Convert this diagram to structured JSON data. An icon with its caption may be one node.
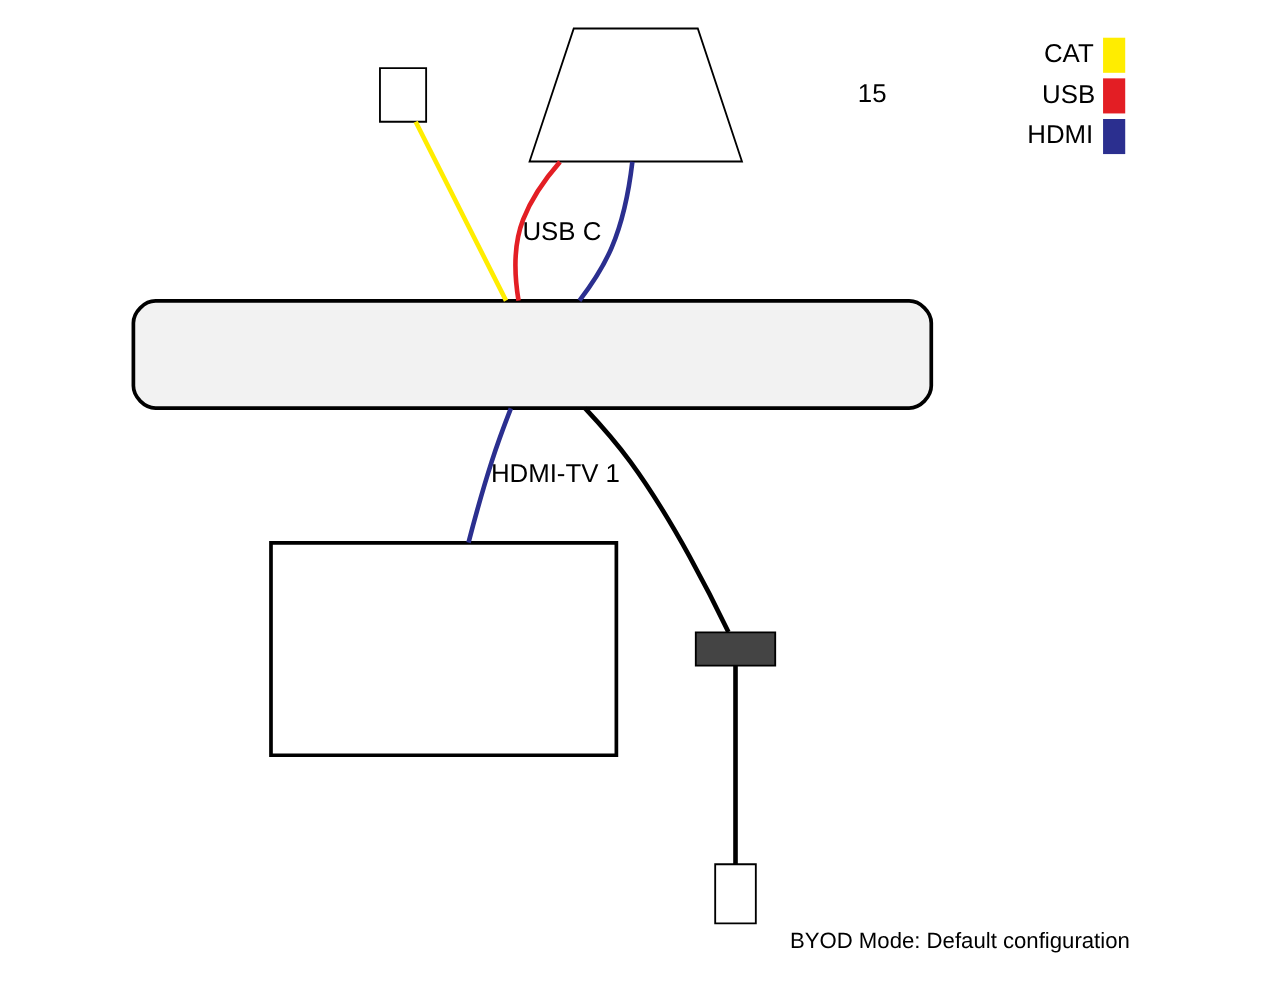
{
  "diagram": {
    "caption": "BYOD Mode: Default configuration",
    "nodes": [
      {
        "text": [],
        "shape": "display"
      },
      {
        "text": [],
        "shape": "bar"
      },
      {
        "text": [],
        "shape": "box"
      },
      {
        "text": [],
        "shape": "outlet"
      },
      {
        "text": [],
        "shape": "jack"
      },
      {
        "text": [],
        "shape": "laptop"
      }
    ],
    "edges": [
      {
        "from": 1,
        "to": 0,
        "arrow": "none",
        "label": "HDMI-TV 1",
        "color": "#2b2f8f"
      },
      {
        "from": 1,
        "to": 2,
        "arrow": "none",
        "color": "#000000"
      },
      {
        "from": 2,
        "to": 3,
        "arrow": "none",
        "color": "#000000"
      },
      {
        "from": 4,
        "to": 1,
        "arrow": "none",
        "color": "#ffed00"
      },
      {
        "from": 5,
        "to": 1,
        "arrow": "none",
        "label": "USB C",
        "color": "#e31e24"
      },
      {
        "from": 5,
        "to": 1,
        "arrow": "none",
        "color": "#2b2f8f"
      }
    ],
    "labels": [
      "15"
    ],
    "legend": [
      {
        "text": "CAT",
        "color": "#ffed00"
      },
      {
        "text": "USB",
        "color": "#e31e24"
      },
      {
        "text": "HDMI",
        "color": "#2b2f8f"
      }
    ]
  }
}
